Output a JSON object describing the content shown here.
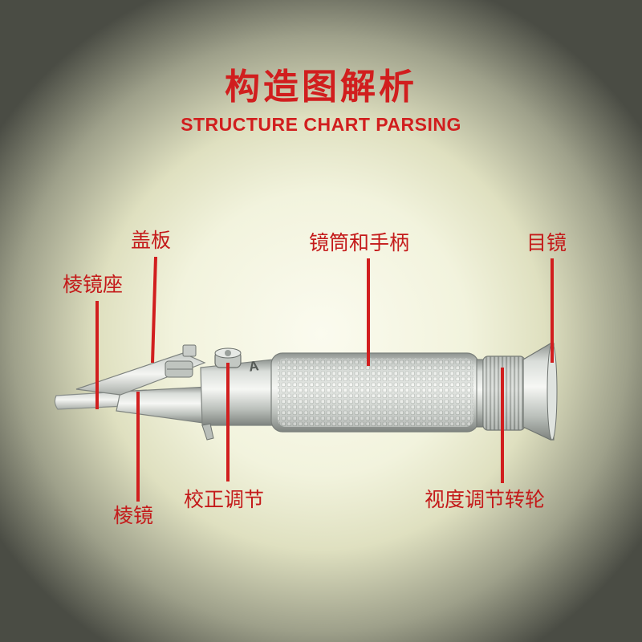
{
  "title": "构造图解析",
  "subtitle": "STRUCTURE CHART PARSING",
  "device_marking": "A",
  "colors": {
    "accent_red": "#d11e1e",
    "pointer_red": "#c41a1a",
    "metal": "#c8ccc8"
  },
  "labels": {
    "cover_plate": "盖板",
    "prism_base": "棱镜座",
    "tube_and_handle": "镜筒和手柄",
    "eyepiece": "目镜",
    "prism": "棱镜",
    "calibration": "校正调节",
    "diopter_ring": "视度调节转轮"
  }
}
